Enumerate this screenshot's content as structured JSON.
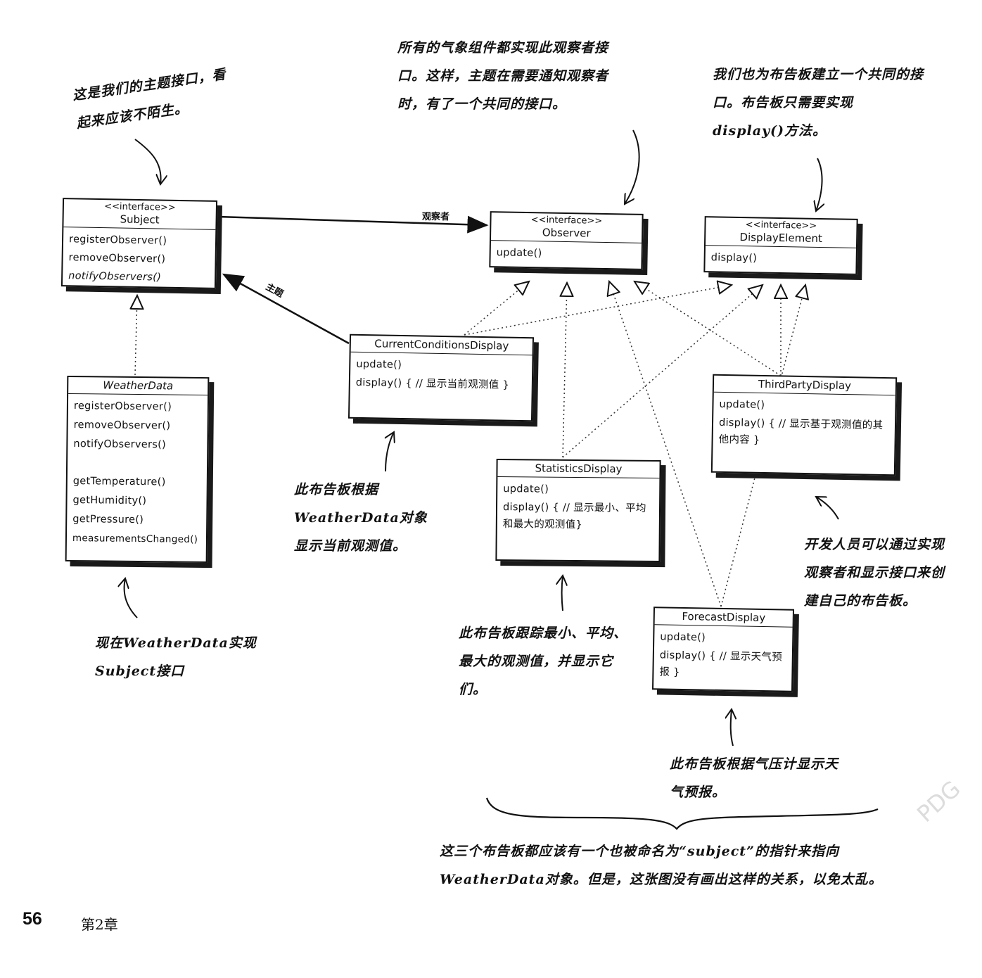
{
  "subject_box": {
    "stereotype": "<<interface>>",
    "name": "Subject",
    "methods": [
      "registerObserver()",
      "removeObserver()",
      "notifyObservers()"
    ]
  },
  "observer_box": {
    "stereotype": "<<interface>>",
    "name": "Observer",
    "methods": [
      "update()"
    ]
  },
  "display_element_box": {
    "stereotype": "<<interface>>",
    "name": "DisplayElement",
    "methods": [
      "display()"
    ]
  },
  "weather_data_box": {
    "name": "WeatherData",
    "methods": [
      "registerObserver()",
      "removeObserver()",
      "notifyObservers()",
      "getTemperature()",
      "getHumidity()",
      "getPressure()",
      "measurementsChanged()"
    ]
  },
  "current_conditions_box": {
    "name": "CurrentConditionsDisplay",
    "methods": [
      "update()",
      "display() { // 显示当前观测值 }"
    ]
  },
  "statistics_box": {
    "name": "StatisticsDisplay",
    "methods": [
      "update()",
      "display() { // 显示最小、平均和最大的观测值}"
    ]
  },
  "third_party_box": {
    "name": "ThirdPartyDisplay",
    "methods": [
      "update()",
      "display() { // 显示基于观测值的其他内容 }"
    ]
  },
  "forecast_box": {
    "name": "ForecastDisplay",
    "methods": [
      "update()",
      "display() { // 显示天气预报 }"
    ]
  },
  "labels": {
    "observers": "观察者",
    "subject": "主题"
  },
  "notes": {
    "subject_interface": "这是我们的主题接口，看起来应该不陌生。",
    "observer_interface": "所有的气象组件都实现此观察者接口。这样，主题在需要通知观察者时，有了一个共同的接口。",
    "display_interface": "我们也为布告板建立一个共同的接口。布告板只需要实现display()方法。",
    "weather_data": "现在WeatherData实现Subject接口",
    "current_conditions": "此布告板根据WeatherData对象显示当前观测值。",
    "statistics": "此布告板跟踪最小、平均、最大的观测值，并显示它们。",
    "third_party": "开发人员可以通过实现观察者和显示接口来创建自己的布告板。",
    "forecast": "此布告板根据气压计显示天气预报。",
    "bottom": "这三个布告板都应该有一个也被命名为“subject”的指针来指向WeatherData对象。但是，这张图没有画出这样的关系，以免太乱。"
  },
  "footer": {
    "page_number": "56",
    "chapter": "第2章"
  },
  "watermark": "PDG"
}
